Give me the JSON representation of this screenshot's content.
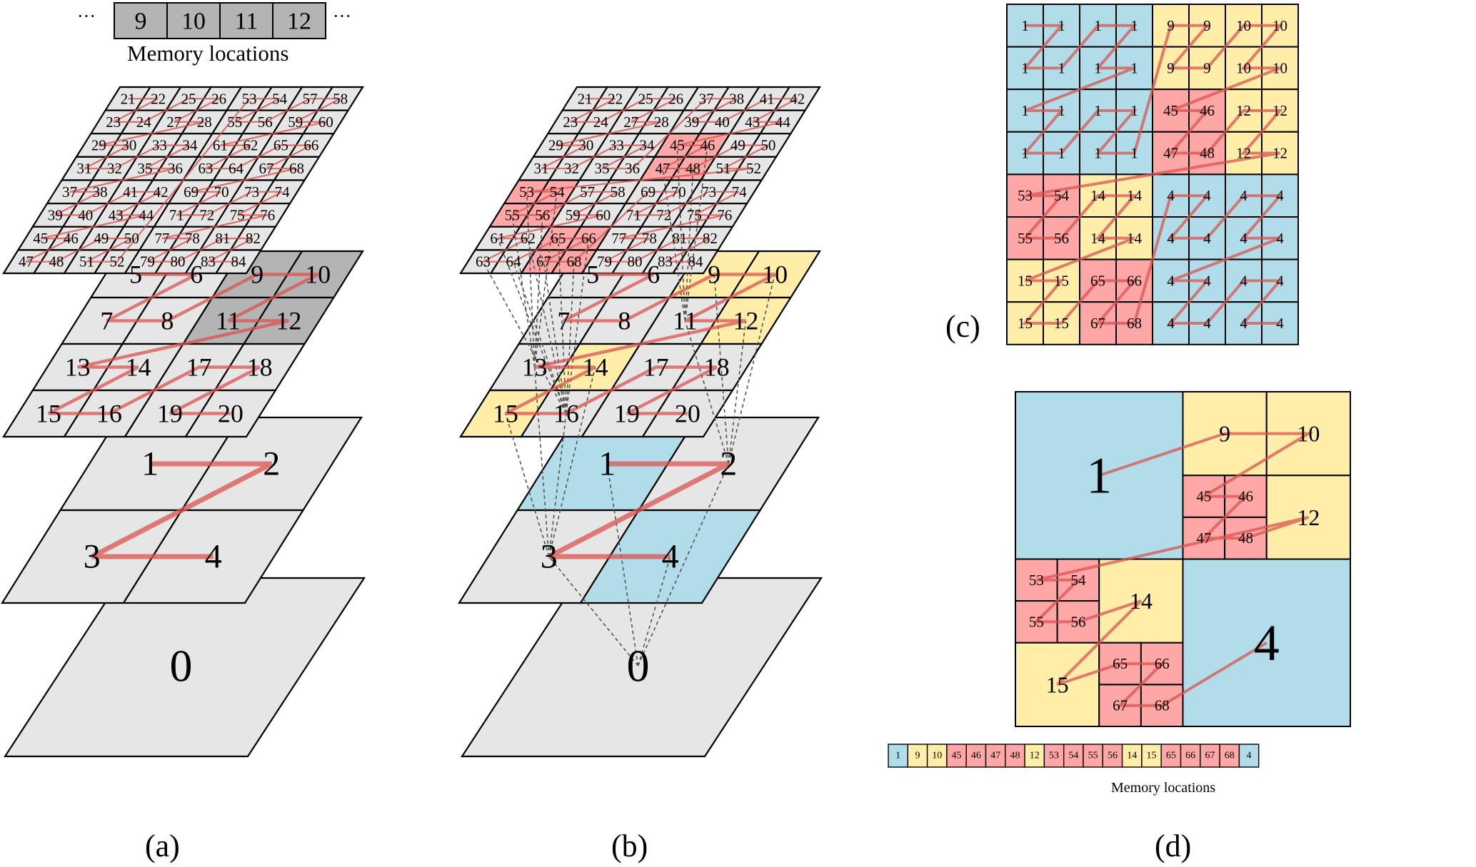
{
  "colors": {
    "gray_cell": "#e6e6e6",
    "dark_gray_cell": "#b4b4b4",
    "pink": "#ffa6a6",
    "yellow": "#ffeda8",
    "blue": "#b0dde9",
    "curve": "#d9534f",
    "line": "#000000",
    "dash": "#555555"
  },
  "panel_labels": {
    "a": "(a)",
    "b": "(b)",
    "c": "(c)",
    "d": "(d)"
  },
  "panel_a": {
    "memory_strip": {
      "cells": [
        "9",
        "10",
        "11",
        "12"
      ],
      "ellipsis_left": "···",
      "ellipsis_right": "···",
      "caption": "Memory locations"
    },
    "level3": {
      "rows": [
        [
          "21",
          "22",
          "25",
          "26",
          "53",
          "54",
          "57",
          "58"
        ],
        [
          "23",
          "24",
          "27",
          "28",
          "55",
          "56",
          "59",
          "60"
        ],
        [
          "29",
          "30",
          "33",
          "34",
          "61",
          "62",
          "65",
          "66"
        ],
        [
          "31",
          "32",
          "35",
          "36",
          "63",
          "64",
          "67",
          "68"
        ],
        [
          "37",
          "38",
          "41",
          "42",
          "69",
          "70",
          "73",
          "74"
        ],
        [
          "39",
          "40",
          "43",
          "44",
          "71",
          "72",
          "75",
          "76"
        ],
        [
          "45",
          "46",
          "49",
          "50",
          "77",
          "78",
          "81",
          "82"
        ],
        [
          "47",
          "48",
          "51",
          "52",
          "79",
          "80",
          "83",
          "84"
        ]
      ]
    },
    "level2": {
      "rows": [
        [
          "5",
          "6",
          "9",
          "10"
        ],
        [
          "7",
          "8",
          "11",
          "12"
        ],
        [
          "13",
          "14",
          "17",
          "18"
        ],
        [
          "15",
          "16",
          "19",
          "20"
        ]
      ],
      "highlighted": [
        "9",
        "10",
        "11",
        "12"
      ]
    },
    "level1": {
      "rows": [
        [
          "1",
          "2"
        ],
        [
          "3",
          "4"
        ]
      ]
    },
    "level0": {
      "label": "0"
    }
  },
  "panel_b": {
    "level3": {
      "rows": [
        [
          "21",
          "22",
          "25",
          "26",
          "37",
          "38",
          "41",
          "42"
        ],
        [
          "23",
          "24",
          "27",
          "28",
          "39",
          "40",
          "43",
          "44"
        ],
        [
          "29",
          "30",
          "33",
          "34",
          "45",
          "46",
          "49",
          "50"
        ],
        [
          "31",
          "32",
          "35",
          "36",
          "47",
          "48",
          "51",
          "52"
        ],
        [
          "53",
          "54",
          "57",
          "58",
          "69",
          "70",
          "73",
          "74"
        ],
        [
          "55",
          "56",
          "59",
          "60",
          "71",
          "72",
          "75",
          "76"
        ],
        [
          "61",
          "62",
          "65",
          "66",
          "77",
          "78",
          "81",
          "82"
        ],
        [
          "63",
          "64",
          "67",
          "68",
          "79",
          "80",
          "83",
          "84"
        ]
      ],
      "pink": [
        "45",
        "46",
        "47",
        "48",
        "53",
        "54",
        "55",
        "56",
        "65",
        "66",
        "67",
        "68"
      ]
    },
    "level2": {
      "rows": [
        [
          "5",
          "6",
          "9",
          "10"
        ],
        [
          "7",
          "8",
          "11",
          "12"
        ],
        [
          "13",
          "14",
          "17",
          "18"
        ],
        [
          "15",
          "16",
          "19",
          "20"
        ]
      ],
      "yellow": [
        "9",
        "10",
        "12",
        "14",
        "15"
      ]
    },
    "level1": {
      "rows": [
        [
          "1",
          "2"
        ],
        [
          "3",
          "4"
        ]
      ],
      "blue": [
        "1",
        "4"
      ]
    },
    "level0": {
      "label": "0"
    }
  },
  "panel_c": {
    "rows": [
      [
        [
          "1",
          "b"
        ],
        [
          "1",
          "b"
        ],
        [
          "1",
          "b"
        ],
        [
          "1",
          "b"
        ],
        [
          "9",
          "y"
        ],
        [
          "9",
          "y"
        ],
        [
          "10",
          "y"
        ],
        [
          "10",
          "y"
        ]
      ],
      [
        [
          "1",
          "b"
        ],
        [
          "1",
          "b"
        ],
        [
          "1",
          "b"
        ],
        [
          "1",
          "b"
        ],
        [
          "9",
          "y"
        ],
        [
          "9",
          "y"
        ],
        [
          "10",
          "y"
        ],
        [
          "10",
          "y"
        ]
      ],
      [
        [
          "1",
          "b"
        ],
        [
          "1",
          "b"
        ],
        [
          "1",
          "b"
        ],
        [
          "1",
          "b"
        ],
        [
          "45",
          "p"
        ],
        [
          "46",
          "p"
        ],
        [
          "12",
          "y"
        ],
        [
          "12",
          "y"
        ]
      ],
      [
        [
          "1",
          "b"
        ],
        [
          "1",
          "b"
        ],
        [
          "1",
          "b"
        ],
        [
          "1",
          "b"
        ],
        [
          "47",
          "p"
        ],
        [
          "48",
          "p"
        ],
        [
          "12",
          "y"
        ],
        [
          "12",
          "y"
        ]
      ],
      [
        [
          "53",
          "p"
        ],
        [
          "54",
          "p"
        ],
        [
          "14",
          "y"
        ],
        [
          "14",
          "y"
        ],
        [
          "4",
          "b"
        ],
        [
          "4",
          "b"
        ],
        [
          "4",
          "b"
        ],
        [
          "4",
          "b"
        ]
      ],
      [
        [
          "55",
          "p"
        ],
        [
          "56",
          "p"
        ],
        [
          "14",
          "y"
        ],
        [
          "14",
          "y"
        ],
        [
          "4",
          "b"
        ],
        [
          "4",
          "b"
        ],
        [
          "4",
          "b"
        ],
        [
          "4",
          "b"
        ]
      ],
      [
        [
          "15",
          "y"
        ],
        [
          "15",
          "y"
        ],
        [
          "65",
          "p"
        ],
        [
          "66",
          "p"
        ],
        [
          "4",
          "b"
        ],
        [
          "4",
          "b"
        ],
        [
          "4",
          "b"
        ],
        [
          "4",
          "b"
        ]
      ],
      [
        [
          "15",
          "y"
        ],
        [
          "15",
          "y"
        ],
        [
          "67",
          "p"
        ],
        [
          "68",
          "p"
        ],
        [
          "4",
          "b"
        ],
        [
          "4",
          "b"
        ],
        [
          "4",
          "b"
        ],
        [
          "4",
          "b"
        ]
      ]
    ]
  },
  "panel_d": {
    "cells": [
      {
        "label": "1",
        "level": 1,
        "r": 0,
        "c": 0,
        "color": "b"
      },
      {
        "label": "9",
        "level": 2,
        "r": 0,
        "c": 2,
        "color": "y"
      },
      {
        "label": "10",
        "level": 2,
        "r": 0,
        "c": 3,
        "color": "y"
      },
      {
        "label": "45",
        "level": 3,
        "r": 2,
        "c": 4,
        "color": "p"
      },
      {
        "label": "46",
        "level": 3,
        "r": 2,
        "c": 5,
        "color": "p"
      },
      {
        "label": "47",
        "level": 3,
        "r": 3,
        "c": 4,
        "color": "p"
      },
      {
        "label": "48",
        "level": 3,
        "r": 3,
        "c": 5,
        "color": "p"
      },
      {
        "label": "12",
        "level": 2,
        "r": 1,
        "c": 3,
        "color": "y"
      },
      {
        "label": "53",
        "level": 3,
        "r": 4,
        "c": 0,
        "color": "p"
      },
      {
        "label": "54",
        "level": 3,
        "r": 4,
        "c": 1,
        "color": "p"
      },
      {
        "label": "55",
        "level": 3,
        "r": 5,
        "c": 0,
        "color": "p"
      },
      {
        "label": "56",
        "level": 3,
        "r": 5,
        "c": 1,
        "color": "p"
      },
      {
        "label": "14",
        "level": 2,
        "r": 2,
        "c": 1,
        "color": "y"
      },
      {
        "label": "15",
        "level": 2,
        "r": 3,
        "c": 0,
        "color": "y"
      },
      {
        "label": "65",
        "level": 3,
        "r": 6,
        "c": 2,
        "color": "p"
      },
      {
        "label": "66",
        "level": 3,
        "r": 6,
        "c": 3,
        "color": "p"
      },
      {
        "label": "67",
        "level": 3,
        "r": 7,
        "c": 2,
        "color": "p"
      },
      {
        "label": "68",
        "level": 3,
        "r": 7,
        "c": 3,
        "color": "p"
      },
      {
        "label": "4",
        "level": 1,
        "r": 1,
        "c": 1,
        "color": "b"
      }
    ],
    "memory_strip": {
      "cells": [
        [
          "1",
          "b"
        ],
        [
          "9",
          "y"
        ],
        [
          "10",
          "y"
        ],
        [
          "45",
          "p"
        ],
        [
          "46",
          "p"
        ],
        [
          "47",
          "p"
        ],
        [
          "48",
          "p"
        ],
        [
          "12",
          "y"
        ],
        [
          "53",
          "p"
        ],
        [
          "54",
          "p"
        ],
        [
          "55",
          "p"
        ],
        [
          "56",
          "p"
        ],
        [
          "14",
          "y"
        ],
        [
          "15",
          "y"
        ],
        [
          "65",
          "p"
        ],
        [
          "66",
          "p"
        ],
        [
          "67",
          "p"
        ],
        [
          "68",
          "p"
        ],
        [
          "4",
          "b"
        ]
      ],
      "caption": "Memory locations"
    }
  }
}
